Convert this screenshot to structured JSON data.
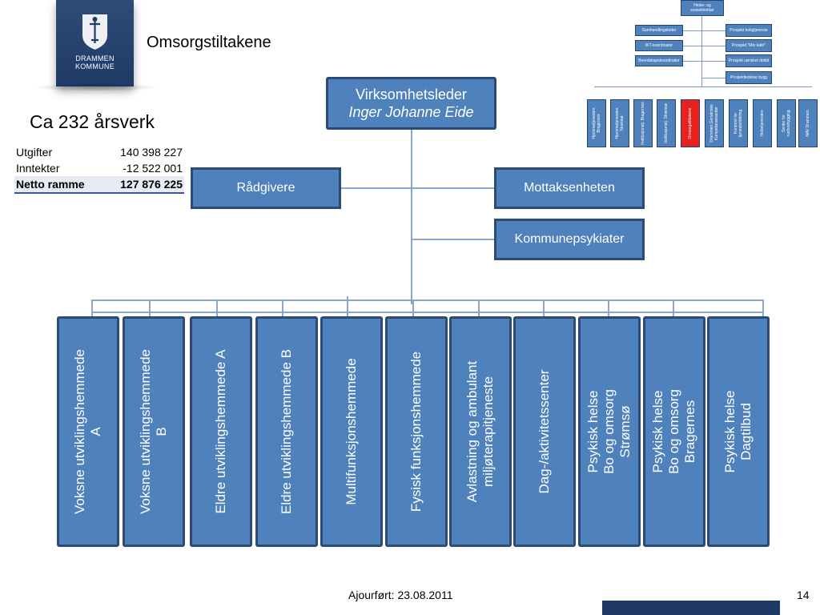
{
  "logo": {
    "line1": "DRAMMEN",
    "line2": "KOMMUNE"
  },
  "title": "Omsorgstiltakene",
  "fte": "Ca 232 årsverk",
  "budget": [
    {
      "label": "Utgifter",
      "value": "140 398 227"
    },
    {
      "label": "Inntekter",
      "value": "-12 522 001"
    },
    {
      "label": "Netto ramme",
      "value": "127 876 225"
    }
  ],
  "leader": {
    "role": "Virksomhetsleder",
    "name": "Inger Johanne Eide"
  },
  "advisors": "Rådgivere",
  "intake": "Mottaksenheten",
  "psychiatrist": "Kommunepsykiater",
  "units": [
    "Voksne utviklingshemmede\nA",
    "Voksne utviklingshemmede\nB",
    "Eldre utviklingshemmede A",
    "Eldre utviklingshemmede B",
    "Multifunksjonshemmede",
    "Fysisk funksjonshemmede",
    "Avlastning og ambulant\nmiljøterapitjeneste",
    "Dag-/aktivitetssenter",
    "Psykisk helse\nBo og omsorg\nStrømsø",
    "Psykisk helse\nBo og omsorg\nBragernes",
    "Psykisk helse\nDagtilbud"
  ],
  "mini_org": {
    "top": "Helse- og sosialdirektør",
    "left": [
      "Samhandlingsleder",
      "IKT-koordinator",
      "Beredskapskoordinator"
    ],
    "right": [
      "Prosjekt boligtjeneste",
      "Prosjekt \"Min kafé\"",
      "Prosjekt uønsket deltid",
      "Prosjektledelse bygg"
    ],
    "units": [
      "Hjemmetjenesten Bragernes",
      "Hjemmetjenesten Strømsø",
      "Institusjonstj. Bragernes",
      "Institusjonstj. Strømsø",
      "Omsorgstiltakene",
      "Drammen Geriatriske Kompetansesenter",
      "Kontoret for tjenestetildeling",
      "Helsetjenesten",
      "Senter for rusforebygging",
      "NAV Drammen"
    ],
    "highlight_color": "#e8211e"
  },
  "footer": {
    "updated": "Ajourført: 23.08.2011",
    "page": "14"
  }
}
